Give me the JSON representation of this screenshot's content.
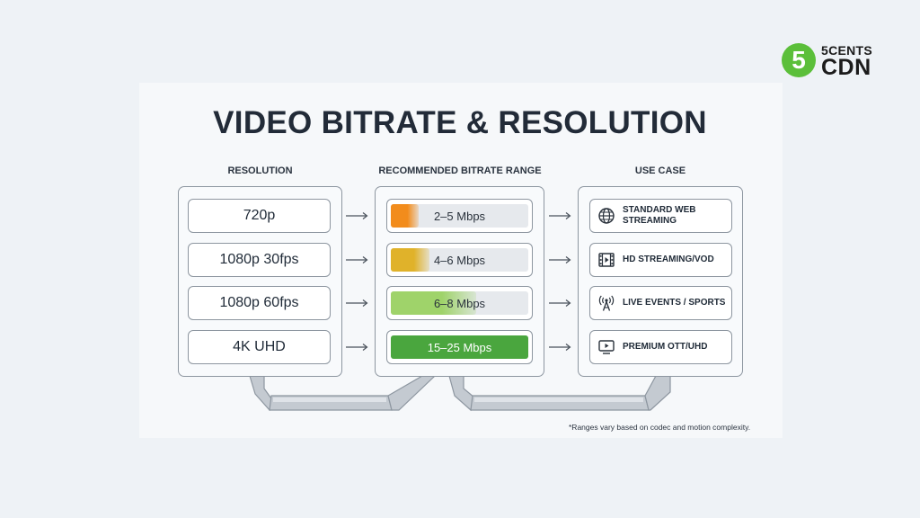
{
  "logo": {
    "mark": "5",
    "top": "5CENTS",
    "bottom": "CDN"
  },
  "title": "VIDEO BITRATE & RESOLUTION",
  "columns": {
    "resolution": "RESOLUTION",
    "bitrate": "RECOMMENDED BITRATE RANGE",
    "use_case": "USE CASE"
  },
  "rows": [
    {
      "resolution": "720p",
      "bitrate": "2–5 Mbps",
      "fill_fraction": 0.2,
      "fill_color": "#f28c1c",
      "use_case": "STANDARD WEB STREAMING",
      "icon": "globe-icon"
    },
    {
      "resolution": "1080p 30fps",
      "bitrate": "4–6 Mbps",
      "fill_fraction": 0.28,
      "fill_color": "#e0b22a",
      "use_case": "HD STREAMING/VOD",
      "icon": "film-icon"
    },
    {
      "resolution": "1080p 60fps",
      "bitrate": "6–8 Mbps",
      "fill_fraction": 0.62,
      "fill_color": "#9fd36a",
      "use_case": "LIVE EVENTS / SPORTS",
      "icon": "broadcast-antenna-icon"
    },
    {
      "resolution": "4K UHD",
      "bitrate": "15–25 Mbps",
      "fill_fraction": 1.0,
      "fill_color": "#4aa63e",
      "use_case": "PREMIUM OTT/UHD",
      "icon": "tv-play-icon"
    }
  ],
  "footnote": "*Ranges vary based on codec and motion complexity."
}
